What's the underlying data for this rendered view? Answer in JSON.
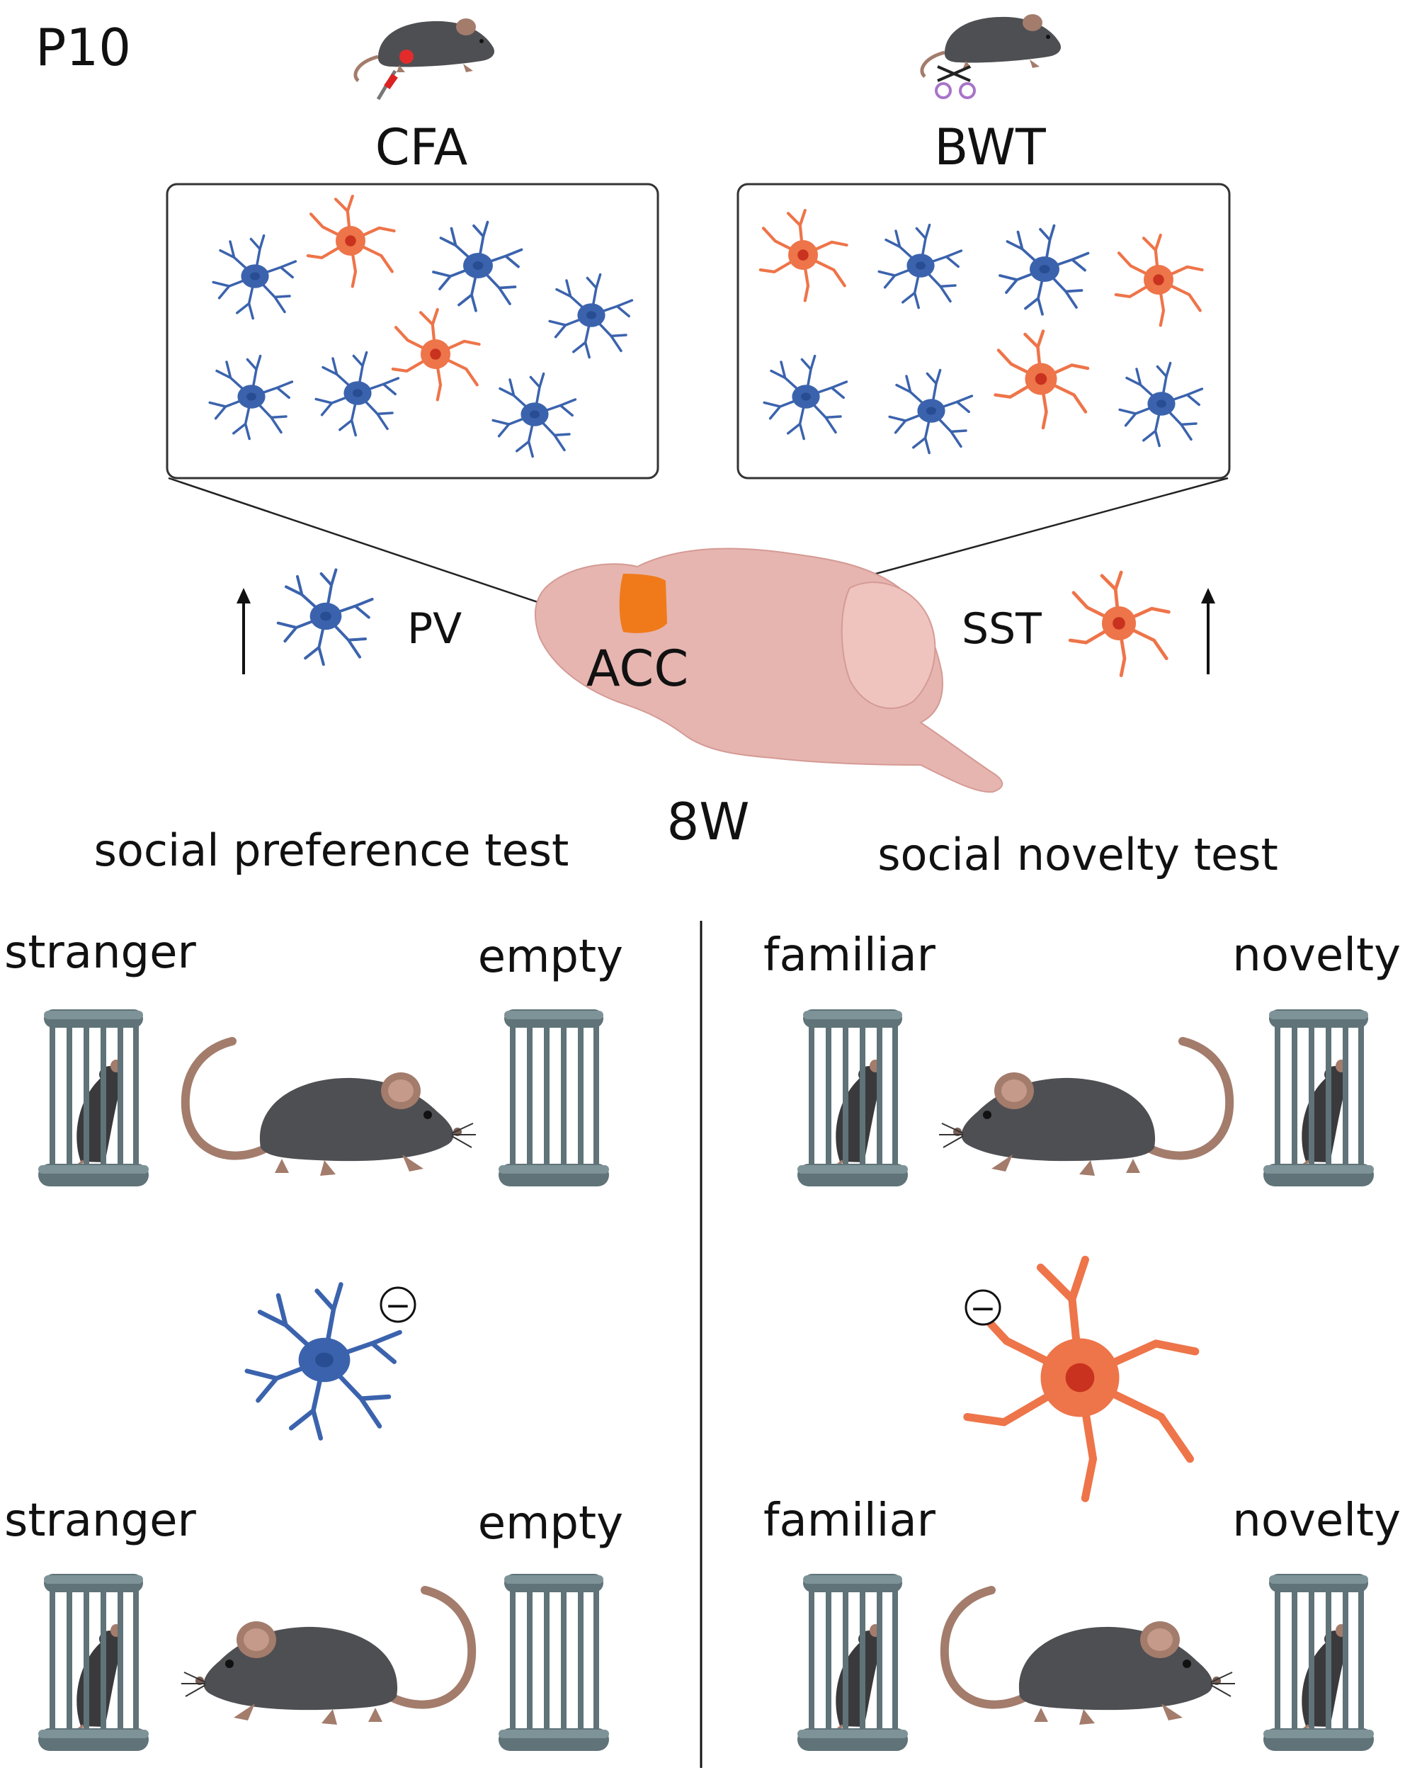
{
  "title_age": "P10",
  "groups": {
    "left": "CFA",
    "right": "BWT"
  },
  "cells": {
    "pv": "PV",
    "sst": "SST"
  },
  "brain": {
    "region": "ACC",
    "age": "8W"
  },
  "tests": {
    "preference": "social preference test",
    "novelty": "social novelty test"
  },
  "chambers": {
    "stranger": "stranger",
    "empty": "empty",
    "familiar": "familiar",
    "novelty": "novelty"
  },
  "inhibit_symbol": "−",
  "colors": {
    "pv": "#3b63ad",
    "pv_soma": "#2f5aa8",
    "sst": "#ee7449",
    "sst_soma": "#e06a40",
    "acc": "#f07a1a",
    "brain": "#e6b5b0",
    "mouse": "#4e4f53",
    "tail": "#a37c6c",
    "cage": "#5f7378"
  }
}
